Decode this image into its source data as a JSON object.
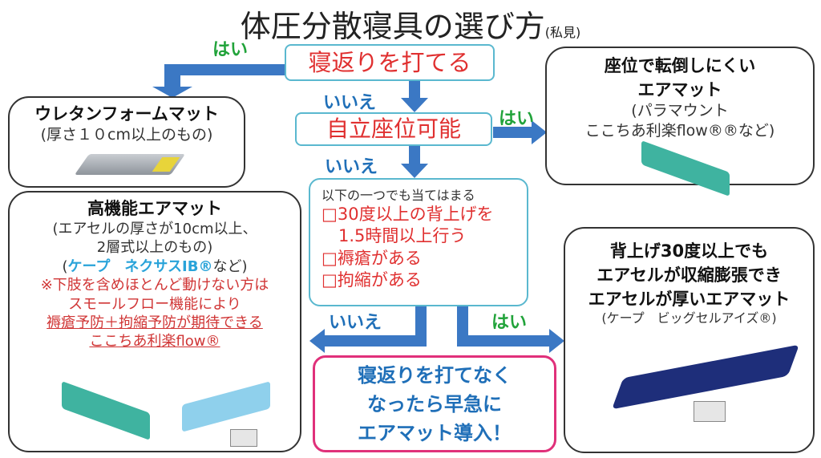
{
  "title": {
    "main": "体圧分散寝具の選び方",
    "note": "(私見)"
  },
  "labels": {
    "yes1": "はい",
    "no1": "いいえ",
    "yes2": "はい",
    "no2": "いいえ",
    "no3": "いいえ",
    "yes3": "はい"
  },
  "q1": "寝返りを打てる",
  "q2": "自立座位可能",
  "checklist": {
    "header": "以下の一つでも当てはまる",
    "items": [
      "□30度以上の背上げを",
      "　1.5時間以上行う",
      "□褥瘡がある",
      "□拘縮がある"
    ]
  },
  "urethane": {
    "title": "ウレタンフォームマット",
    "sub": "(厚さ１０cm以上のもの)"
  },
  "seated": {
    "title1": "座位で転倒しにくい",
    "title2": "エアマット",
    "sub1": "(パラマウント",
    "sub2": "ここちあ利楽flow®®など)"
  },
  "highfunc": {
    "title": "高機能エアマット",
    "sub1": "(エアセルの厚さが10cm以上、",
    "sub2": "2層式以上のもの)",
    "brand_pre": "(",
    "brand": "ケープ　ネクサスIB®",
    "brand_post": "など)",
    "note1": "※下肢を含めほとんど動けない方は",
    "note2": "スモールフロー機能により",
    "note3": "褥瘡予防＋拘縮予防が期待できる",
    "note4": "ここちあ利楽flow®"
  },
  "thick": {
    "title1": "背上げ30度以上でも",
    "title2": "エアセルが収縮膨張でき",
    "title3": "エアセルが厚いエアマット",
    "sub": "(ケープ　ビッグセルアイズ®)"
  },
  "alert": {
    "line1": "寝返りを打てなく",
    "line2": "なったら早急に",
    "line3": "エアマット導入！"
  },
  "colors": {
    "arrow": "#3b78c4",
    "yes": "#21a33a",
    "no": "#1f6fb8",
    "alert_border": "#e0307a"
  }
}
